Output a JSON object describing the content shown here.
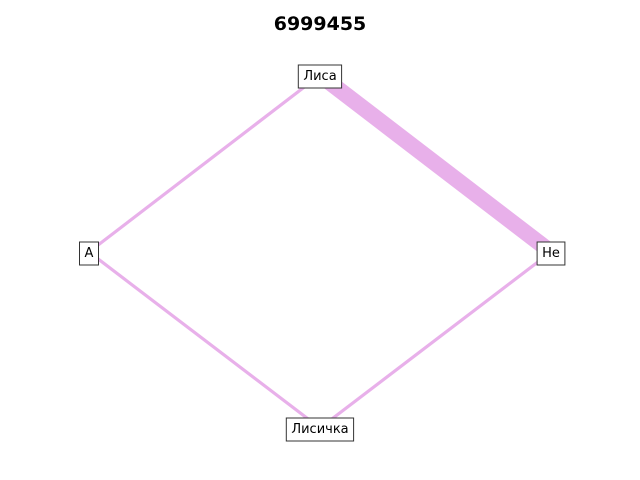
{
  "title": "6999455",
  "edge_color": "#e8b0ea",
  "nodes": [
    {
      "id": "fox",
      "label": "Лиса"
    },
    {
      "id": "a",
      "label": "А"
    },
    {
      "id": "ne",
      "label": "Не"
    },
    {
      "id": "vixen",
      "label": "Лисичка"
    }
  ],
  "edges": [
    {
      "source": "fox",
      "target": "ne",
      "weight": 5
    },
    {
      "source": "fox",
      "target": "a",
      "weight": 1
    },
    {
      "source": "a",
      "target": "vixen",
      "weight": 1
    },
    {
      "source": "vixen",
      "target": "ne",
      "weight": 1
    }
  ]
}
